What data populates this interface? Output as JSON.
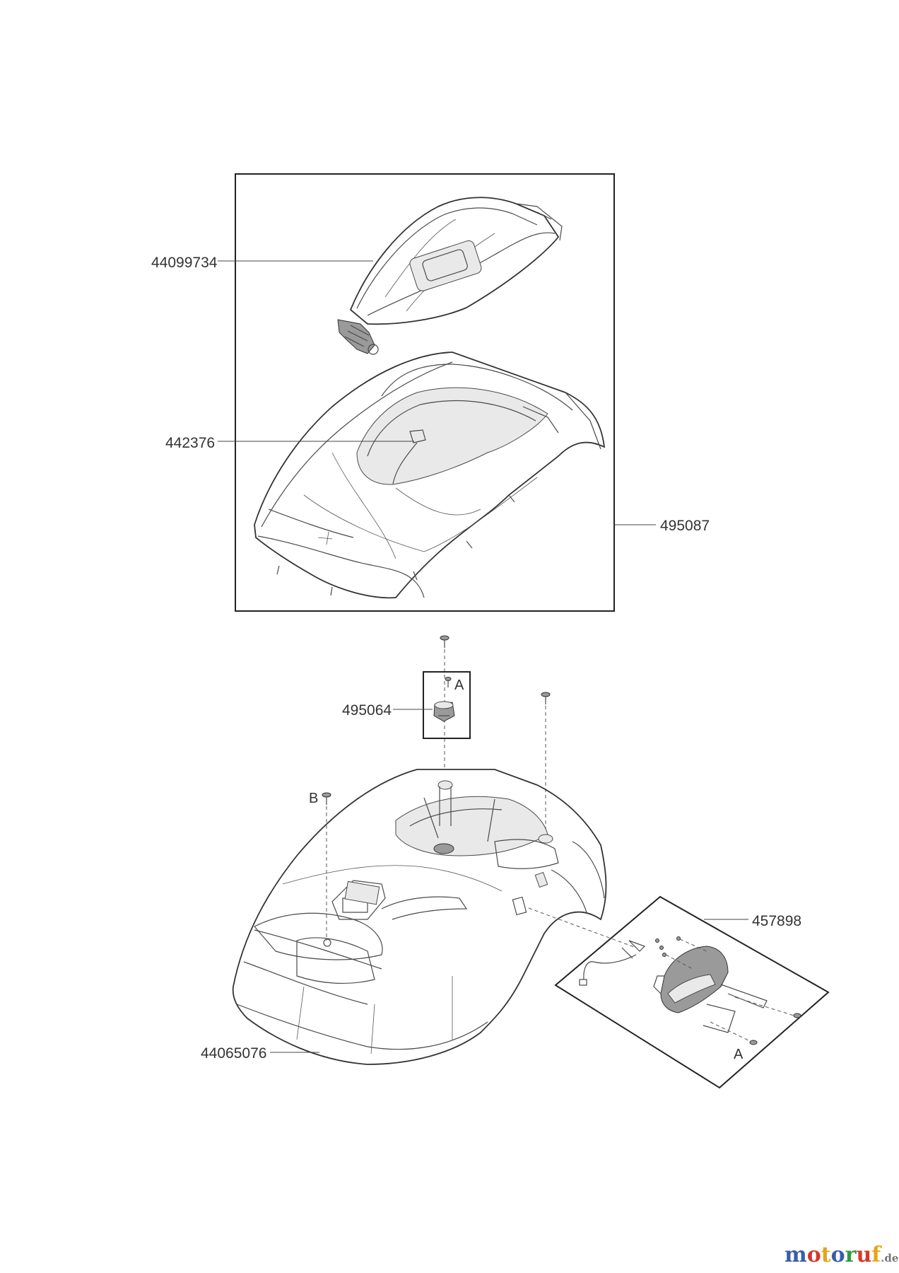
{
  "parts": [
    {
      "id": "p1",
      "number": "44099734"
    },
    {
      "id": "p2",
      "number": "442376"
    },
    {
      "id": "p3",
      "number": "495087"
    },
    {
      "id": "p4",
      "number": "495064"
    },
    {
      "id": "p5",
      "number": "457898"
    },
    {
      "id": "p6",
      "number": "44065076"
    }
  ],
  "references": {
    "a_top": "A",
    "a_bottom": "A",
    "b": "B"
  },
  "watermark": {
    "letters": [
      {
        "char": "m",
        "color": "#3b5da8"
      },
      {
        "char": "o",
        "color": "#d23a2a"
      },
      {
        "char": "t",
        "color": "#e8a317"
      },
      {
        "char": "o",
        "color": "#3b5da8"
      },
      {
        "char": "r",
        "color": "#2f9a45"
      },
      {
        "char": "u",
        "color": "#d23a2a"
      },
      {
        "char": "f",
        "color": "#e8a317"
      }
    ],
    "suffix": ".de",
    "suffix_color": "#777777"
  }
}
